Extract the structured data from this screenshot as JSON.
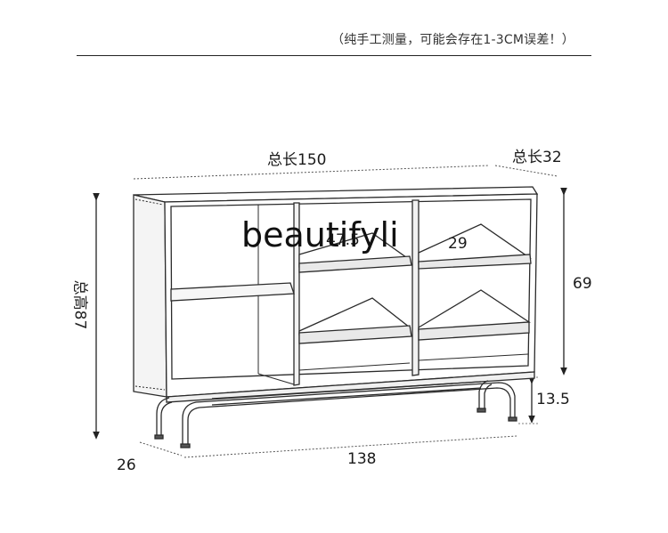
{
  "header": {
    "note": "（纯手工测量，可能会存在1-3CM误差！）"
  },
  "watermark": {
    "text": "beautifyli"
  },
  "dimensions": {
    "total_length": "总长150",
    "total_depth": "总长32",
    "total_height": "总高87",
    "cabinet_height": "69",
    "leg_height": "13.5",
    "base_length": "138",
    "base_depth": "26",
    "shelf_depth_left": "47.5",
    "shelf_depth_right": "29"
  },
  "colors": {
    "line": "#2b2b2b",
    "arrow": "#222222",
    "fill": "#ffffff",
    "shade": "#efefef"
  }
}
